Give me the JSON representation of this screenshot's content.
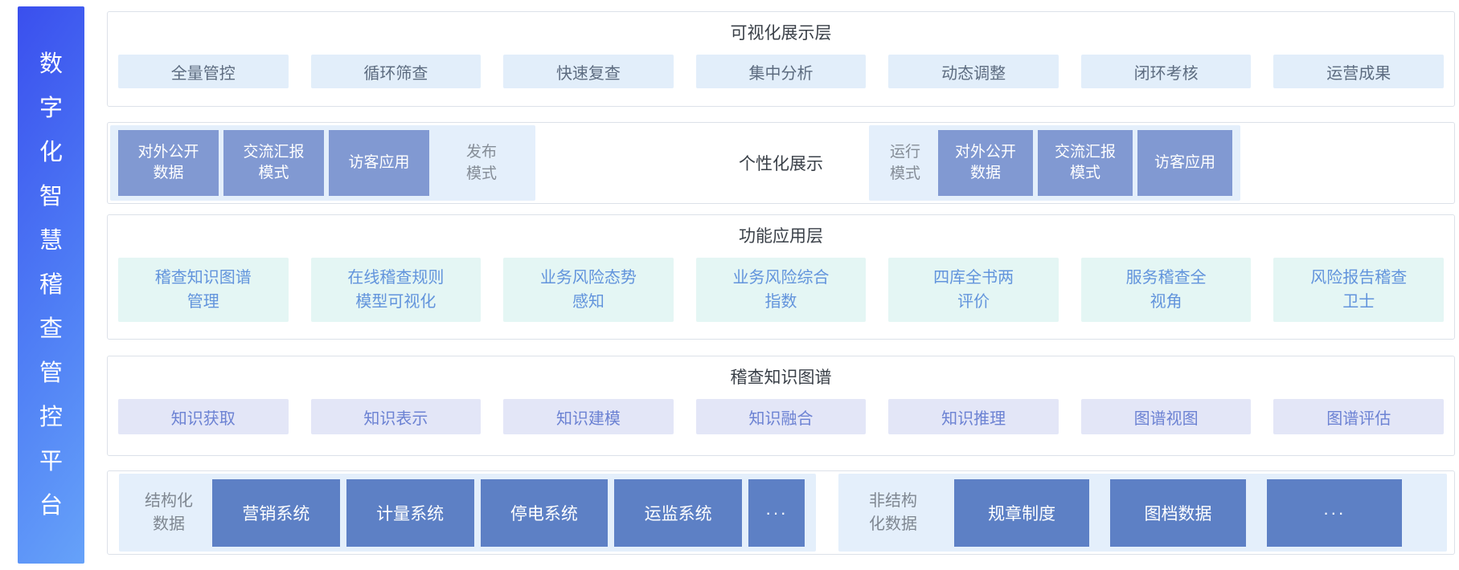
{
  "sidebar": {
    "title": "数字化智慧稽查管控平台",
    "chars": [
      "数",
      "字",
      "化",
      "智",
      "慧",
      "稽",
      "查",
      "管",
      "控",
      "平",
      "台"
    ]
  },
  "layer1": {
    "title": "可视化展示层",
    "items": [
      "全量管控",
      "循环筛查",
      "快速复查",
      "集中分析",
      "动态调整",
      "闭环考核",
      "运营成果"
    ]
  },
  "layer2": {
    "publish_group": {
      "boxes": [
        "对外公开\n数据",
        "交流汇报\n模式",
        "访客应用"
      ],
      "label": "发布\n模式"
    },
    "center_label": "个性化展示",
    "run_group": {
      "label": "运行\n模式",
      "boxes": [
        "对外公开\n数据",
        "交流汇报\n模式",
        "访客应用"
      ]
    }
  },
  "layer3": {
    "title": "功能应用层",
    "items": [
      "稽查知识图谱\n管理",
      "在线稽查规则\n模型可视化",
      "业务风险态势\n感知",
      "业务风险综合\n指数",
      "四库全书两\n评价",
      "服务稽查全\n视角",
      "风险报告稽查\n卫士"
    ]
  },
  "layer4": {
    "title": "稽查知识图谱",
    "items": [
      "知识获取",
      "知识表示",
      "知识建模",
      "知识融合",
      "知识推理",
      "图谱视图",
      "图谱评估"
    ]
  },
  "layer5": {
    "structured": {
      "label": "结构化\n数据",
      "boxes": [
        "营销系统",
        "计量系统",
        "停电系统",
        "运监系统"
      ],
      "more": "···"
    },
    "unstructured": {
      "label": "非结构\n化数据",
      "boxes": [
        "规章制度",
        "图档数据"
      ],
      "more": "···"
    }
  },
  "colors": {
    "sidebar_gradient_start": "#3a4fee",
    "sidebar_gradient_end": "#66a2f9",
    "band_border": "#dce1e9",
    "layer1_tile_bg": "#e2eefa",
    "layer2_panel_bg": "#e4effb",
    "layer2_box_bg": "#8199d2",
    "layer3_tile_bg": "#e4f6f4",
    "layer4_tile_bg": "#e3e6f7",
    "layer5_box_bg": "#5d80c5"
  }
}
